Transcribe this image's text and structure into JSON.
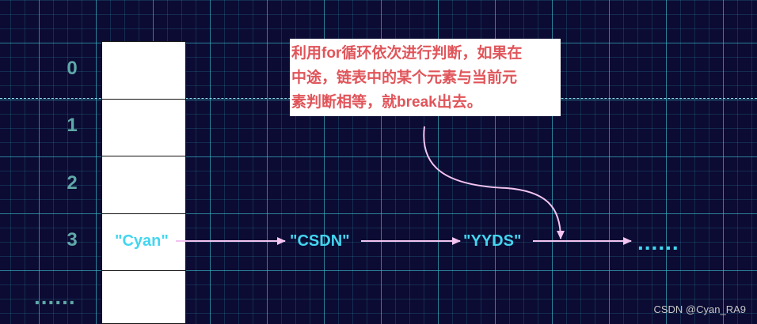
{
  "indices": [
    "0",
    "1",
    "2",
    "3"
  ],
  "array_left_ellipsis": "......",
  "nodes": [
    "\"Cyan\"",
    "\"CSDN\"",
    "\"YYDS\""
  ],
  "list_ellipsis": "......",
  "note": {
    "line1": "利用for循环依次进行判断，如果在",
    "line2": "中途，链表中的某个元素与当前元",
    "line3": "素判断相等，就break出去。"
  },
  "watermark": "CSDN @Cyan_RA9",
  "colors": {
    "background": "#0b0b33",
    "grid": "#40c4d2",
    "node_text": "#43d6f0",
    "index_text": "#5fa8a8",
    "note_text": "#e0555a",
    "arrow": "#f3c4f0"
  }
}
